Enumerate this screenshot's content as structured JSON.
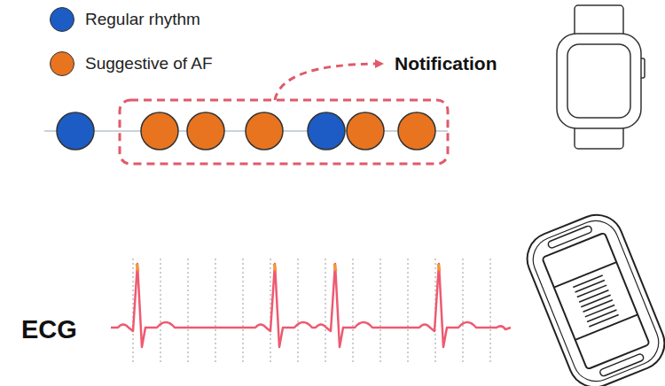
{
  "diagram": {
    "labels": [
      "Notification",
      "ECG"
    ],
    "legend": [
      {
        "text": "Regular rhythm",
        "color": "#1c5cc4"
      },
      {
        "text": "Suggestive of AF",
        "color": "#e8741f"
      }
    ]
  }
}
